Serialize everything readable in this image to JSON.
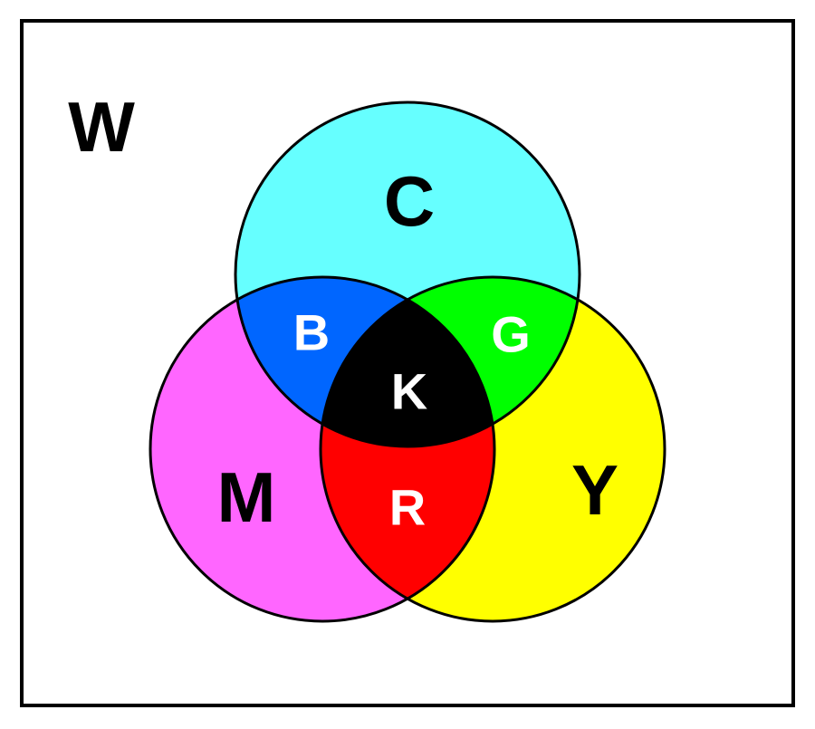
{
  "diagram": {
    "labels": {
      "outside": "W",
      "cyan": "C",
      "magenta": "M",
      "yellow": "Y",
      "cyan_magenta": "B",
      "cyan_yellow": "G",
      "magenta_yellow": "R",
      "all": "K"
    },
    "colors": {
      "background": "#ffffff",
      "frame": "#000000",
      "cyan": "#66ffff",
      "magenta": "#ff66ff",
      "yellow": "#ffff00",
      "blue": "#0066ff",
      "green": "#00ff00",
      "red": "#ff0000",
      "black": "#000000",
      "dark_text": "#000000",
      "light_text": "#ffffff"
    }
  }
}
